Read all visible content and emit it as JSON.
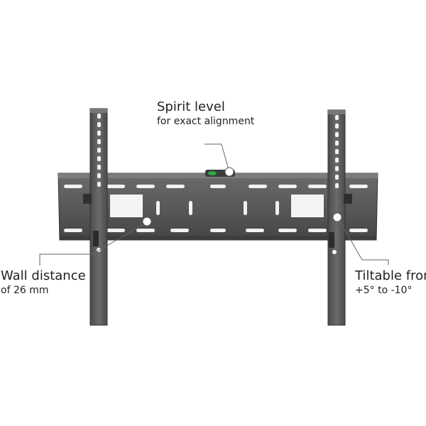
{
  "image": {
    "subject": "tilting-tv-wall-mount",
    "background_color": "#ffffff",
    "metal_color": "#5a5b5d",
    "level_bubble_color": "#2fa84a"
  },
  "callouts": {
    "spirit_level": {
      "title": "Spirit level",
      "subtitle": "for exact alignment"
    },
    "wall_distance": {
      "title": "Wall distance",
      "subtitle": "of 26 mm"
    },
    "tiltable": {
      "title": "Tiltable from",
      "subtitle": "+5° to -10°"
    }
  }
}
